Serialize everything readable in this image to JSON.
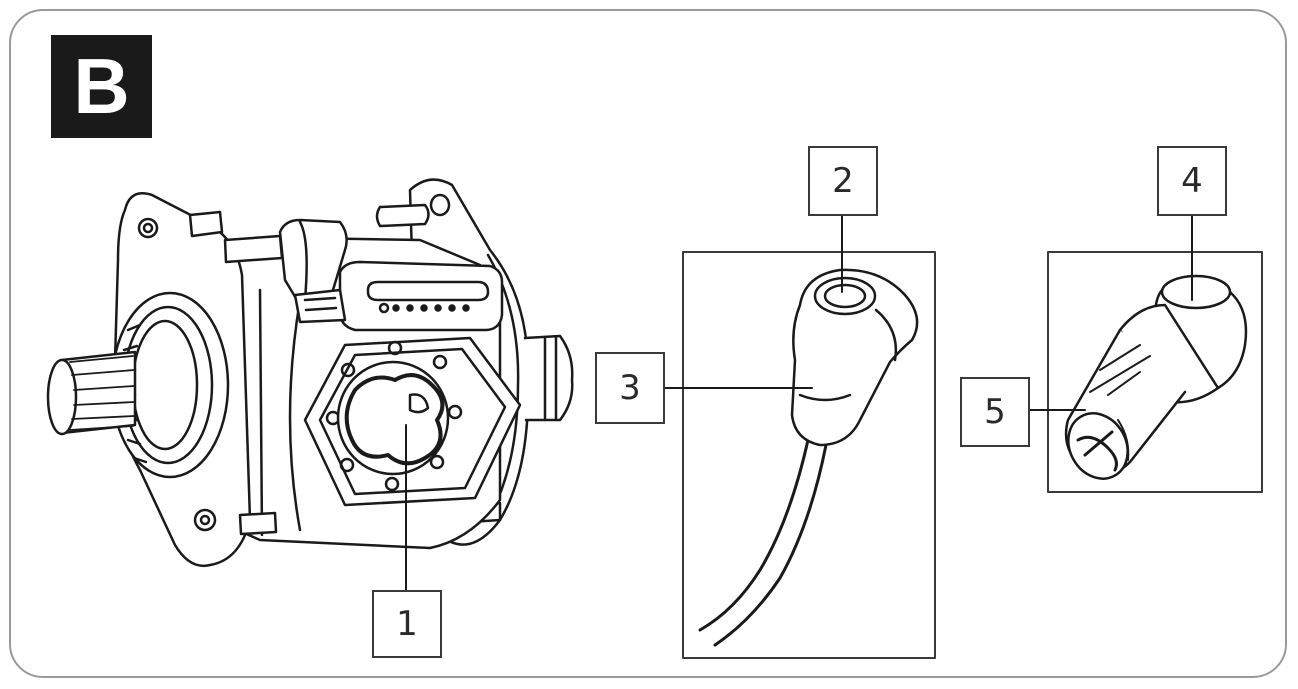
{
  "figure": {
    "badge_label": "B",
    "callouts": {
      "one": "1",
      "two": "2",
      "three": "3",
      "four": "4",
      "five": "5"
    }
  },
  "colors": {
    "ink": "#1a1a1a",
    "frame": "#9a9a9a",
    "background": "#ffffff"
  }
}
